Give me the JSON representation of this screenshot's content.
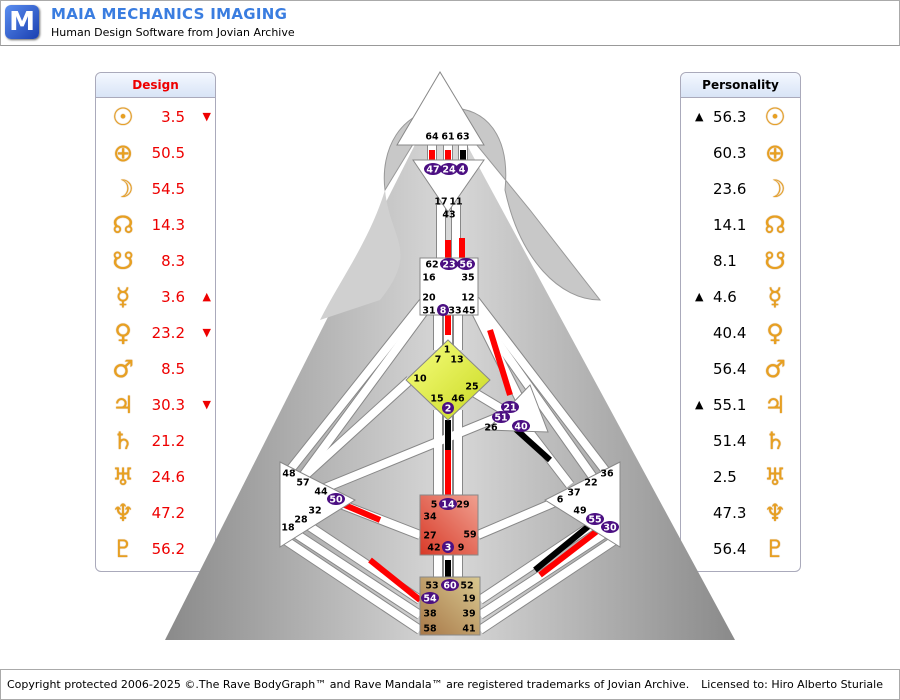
{
  "header": {
    "logo_letter": "M",
    "title": "MAIA MECHANICS IMAGING",
    "subtitle": "Human Design Software from Jovian Archive"
  },
  "design": {
    "title": "Design",
    "rows": [
      {
        "planet": "sun",
        "glyph": "☉",
        "value": "3.5",
        "arrow": "▼"
      },
      {
        "planet": "earth",
        "glyph": "⊕",
        "value": "50.5",
        "arrow": ""
      },
      {
        "planet": "moon",
        "glyph": "☽",
        "value": "54.5",
        "arrow": ""
      },
      {
        "planet": "north-node",
        "glyph": "☊",
        "value": "14.3",
        "arrow": ""
      },
      {
        "planet": "south-node",
        "glyph": "☋",
        "value": "8.3",
        "arrow": ""
      },
      {
        "planet": "mercury",
        "glyph": "☿",
        "value": "3.6",
        "arrow": "▲"
      },
      {
        "planet": "venus",
        "glyph": "♀",
        "value": "23.2",
        "arrow": "▼"
      },
      {
        "planet": "mars",
        "glyph": "♂",
        "value": "8.5",
        "arrow": ""
      },
      {
        "planet": "jupiter",
        "glyph": "♃",
        "value": "30.3",
        "arrow": "▼"
      },
      {
        "planet": "saturn",
        "glyph": "♄",
        "value": "21.2",
        "arrow": ""
      },
      {
        "planet": "uranus",
        "glyph": "♅",
        "value": "24.6",
        "arrow": ""
      },
      {
        "planet": "neptune",
        "glyph": "♆",
        "value": "47.2",
        "arrow": ""
      },
      {
        "planet": "pluto",
        "glyph": "♇",
        "value": "56.2",
        "arrow": ""
      }
    ]
  },
  "personality": {
    "title": "Personality",
    "rows": [
      {
        "planet": "sun",
        "glyph": "☉",
        "value": "56.3",
        "arrow": "▲"
      },
      {
        "planet": "earth",
        "glyph": "⊕",
        "value": "60.3",
        "arrow": ""
      },
      {
        "planet": "moon",
        "glyph": "☽",
        "value": "23.6",
        "arrow": ""
      },
      {
        "planet": "north-node",
        "glyph": "☊",
        "value": "14.1",
        "arrow": ""
      },
      {
        "planet": "south-node",
        "glyph": "☋",
        "value": "8.1",
        "arrow": ""
      },
      {
        "planet": "mercury",
        "glyph": "☿",
        "value": "4.6",
        "arrow": "▲"
      },
      {
        "planet": "venus",
        "glyph": "♀",
        "value": "40.4",
        "arrow": ""
      },
      {
        "planet": "mars",
        "glyph": "♂",
        "value": "56.4",
        "arrow": ""
      },
      {
        "planet": "jupiter",
        "glyph": "♃",
        "value": "55.1",
        "arrow": "▲"
      },
      {
        "planet": "saturn",
        "glyph": "♄",
        "value": "51.4",
        "arrow": ""
      },
      {
        "planet": "uranus",
        "glyph": "♅",
        "value": "2.5",
        "arrow": ""
      },
      {
        "planet": "neptune",
        "glyph": "♆",
        "value": "47.3",
        "arrow": ""
      },
      {
        "planet": "pluto",
        "glyph": "♇",
        "value": "56.4",
        "arrow": ""
      }
    ]
  },
  "colors": {
    "design": "#ff0000",
    "personality": "#000000",
    "gate_badge": "#4b0f82",
    "head": "#ffffff",
    "ajna": "#ffffff",
    "throat": "#ffffff",
    "g": "#e0f040",
    "heart": "#ffffff",
    "spleen": "#ffffff",
    "solar": "#ffffff",
    "sacral": "#e05a48",
    "root": "#b89060"
  },
  "gates": [
    "64",
    "61",
    "63",
    "47",
    "24",
    "4",
    "17",
    "11",
    "43",
    "62",
    "23",
    "56",
    "16",
    "35",
    "20",
    "12",
    "31",
    "8",
    "33",
    "45",
    "1",
    "7",
    "13",
    "10",
    "25",
    "15",
    "46",
    "2",
    "21",
    "51",
    "26",
    "40",
    "48",
    "57",
    "44",
    "50",
    "32",
    "28",
    "18",
    "36",
    "22",
    "37",
    "6",
    "49",
    "55",
    "30",
    "5",
    "14",
    "29",
    "34",
    "27",
    "59",
    "42",
    "3",
    "9",
    "53",
    "60",
    "52",
    "54",
    "19",
    "38",
    "39",
    "58",
    "41"
  ],
  "highlighted_gates": [
    "47",
    "24",
    "4",
    "23",
    "56",
    "8",
    "2",
    "21",
    "51",
    "40",
    "50",
    "14",
    "3",
    "60",
    "54",
    "55",
    "30"
  ],
  "footer": {
    "copyright": "Copyright protected 2006-2025 ©.The Rave BodyGraph™ and Rave Mandala™ are registered trademarks of Jovian Archive.",
    "license": "Licensed to: Hiro Alberto Sturiale"
  }
}
